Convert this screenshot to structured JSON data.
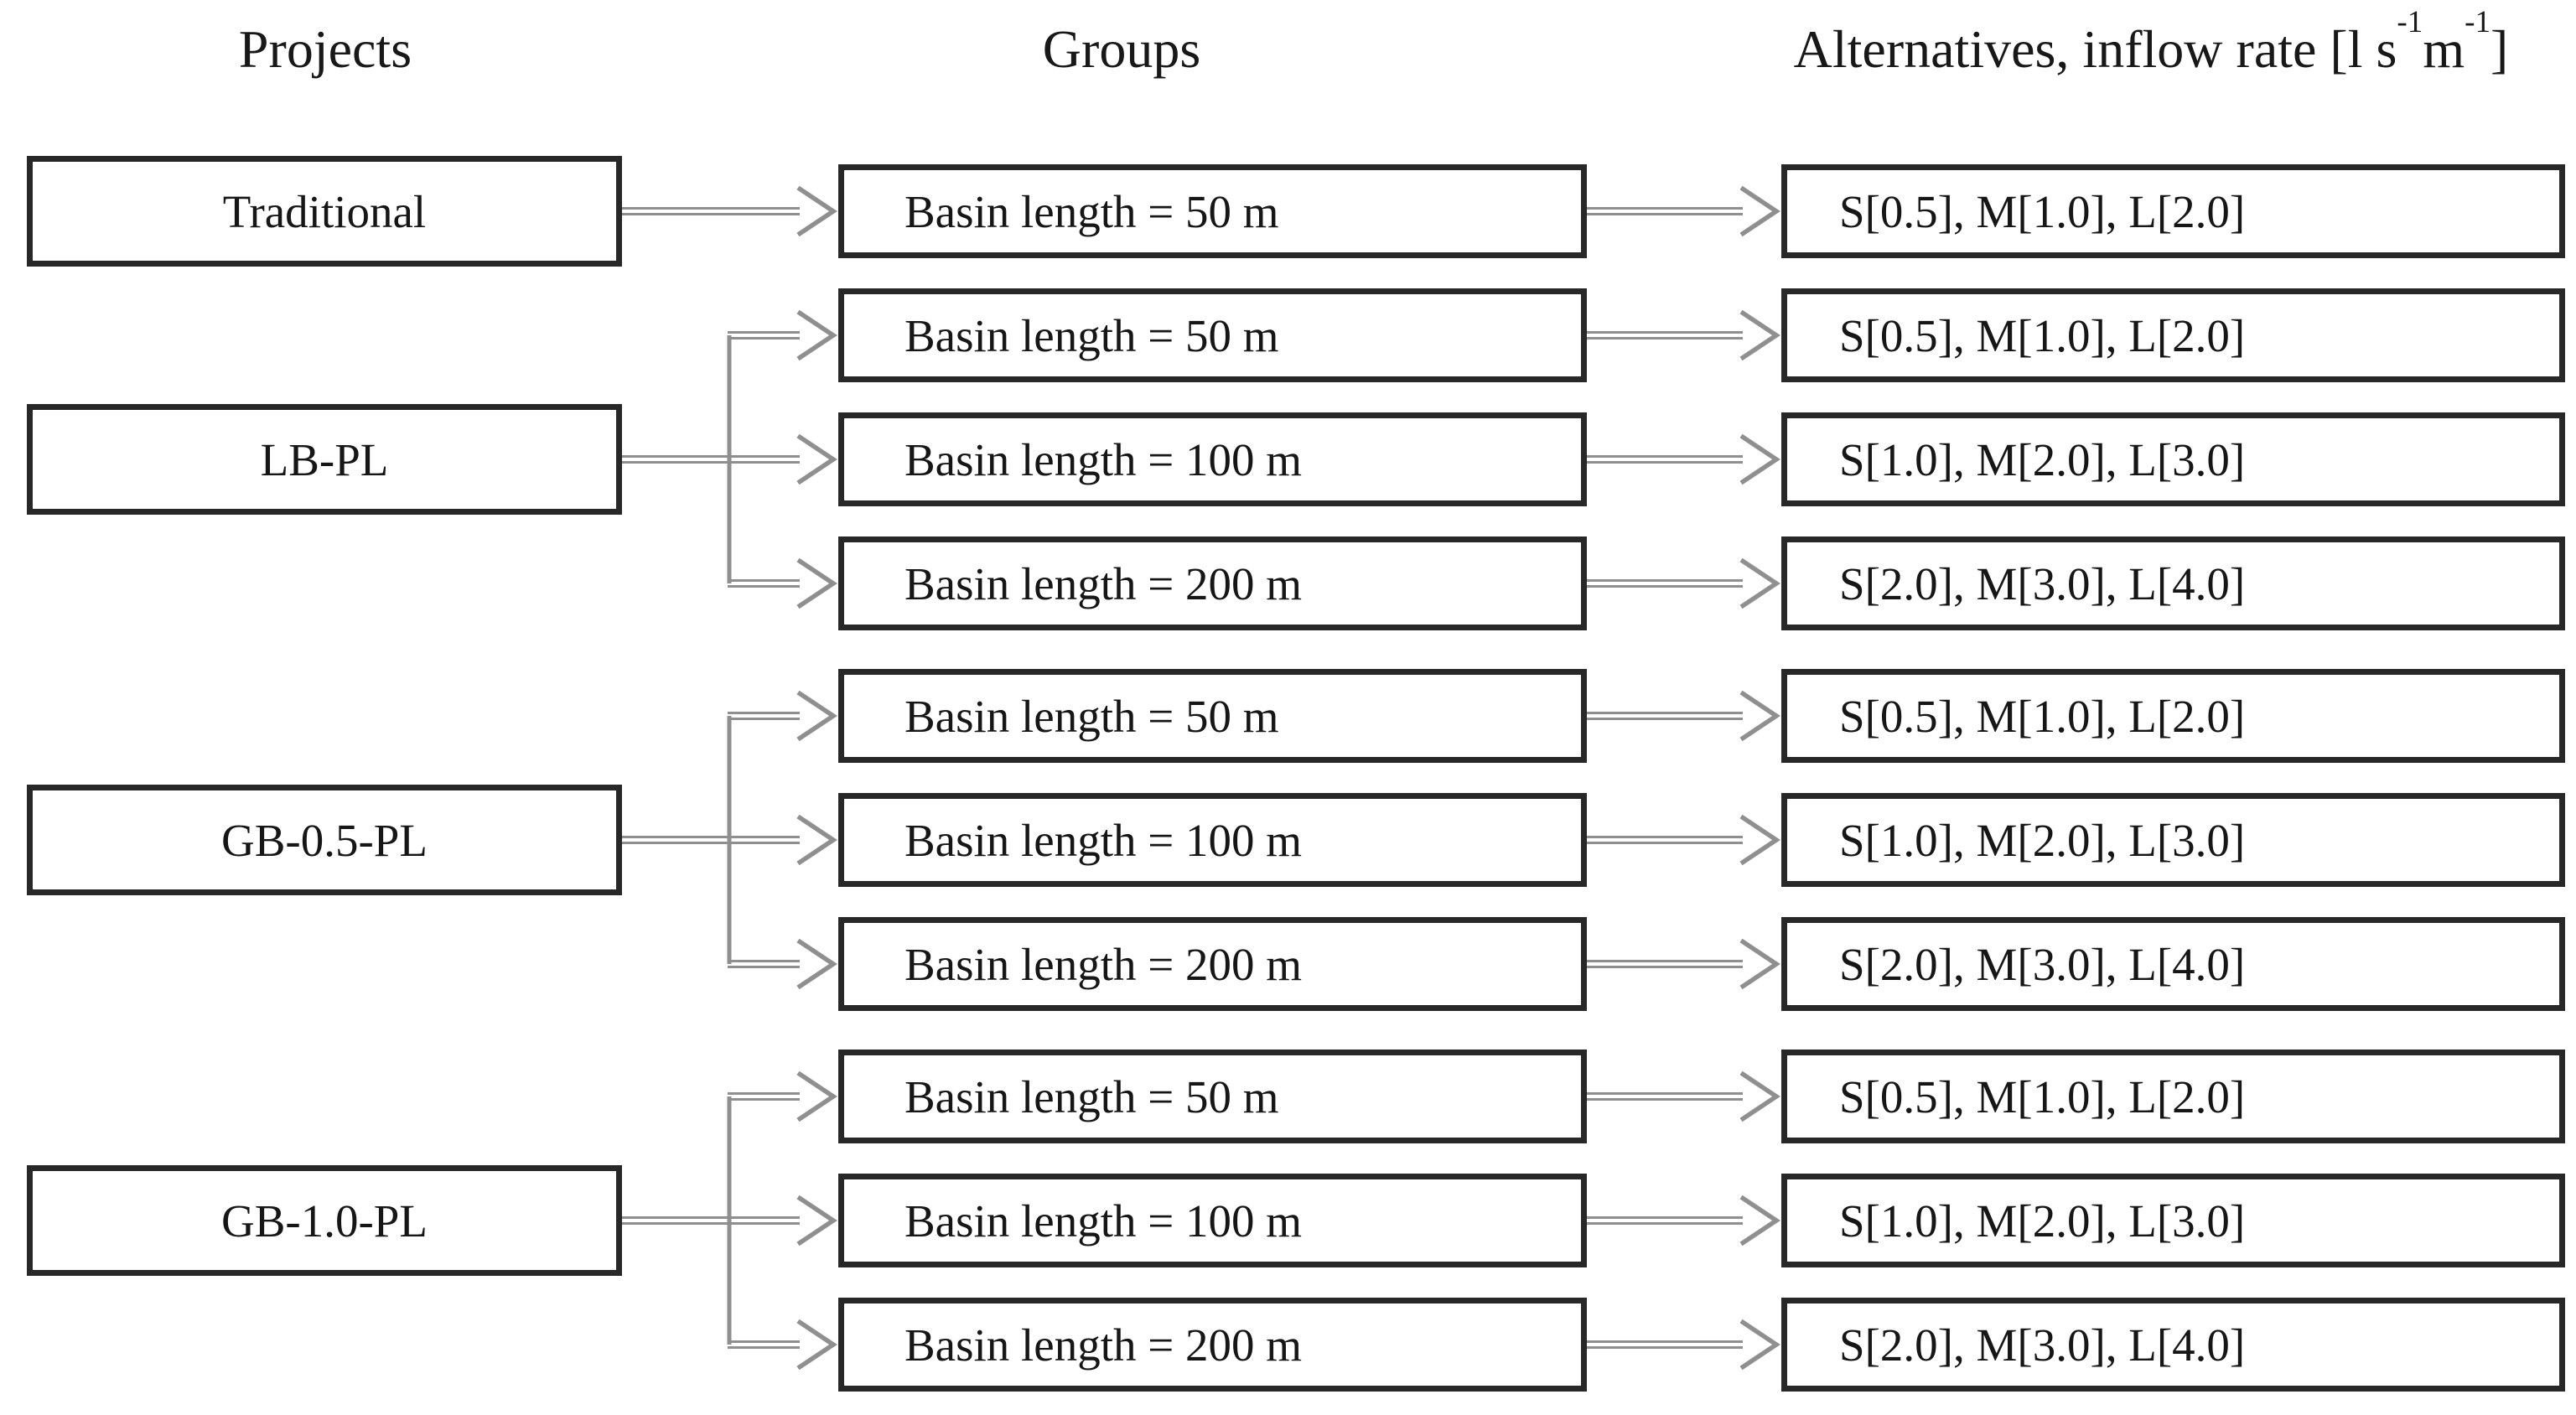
{
  "colors": {
    "box_border": "#282828",
    "box_fill": "#ffffff",
    "text": "#161616",
    "arrow": "#8f8f8f"
  },
  "headers": {
    "projects": "Projects",
    "groups": "Groups",
    "alternatives_prefix": "Alternatives, inflow rate [l s",
    "alternatives_sup1": "-1",
    "alternatives_mid": "m",
    "alternatives_sup2": "-1",
    "alternatives_suffix": "]"
  },
  "tree": {
    "projects": [
      {
        "label": "Traditional",
        "groups": [
          {
            "group": "Basin length = 50 m",
            "alternatives": "S[0.5], M[1.0], L[2.0]"
          }
        ]
      },
      {
        "label": "LB-PL",
        "groups": [
          {
            "group": "Basin length = 50 m",
            "alternatives": "S[0.5], M[1.0], L[2.0]"
          },
          {
            "group": "Basin length = 100 m",
            "alternatives": "S[1.0], M[2.0], L[3.0]"
          },
          {
            "group": "Basin length = 200 m",
            "alternatives": "S[2.0], M[3.0], L[4.0]"
          }
        ]
      },
      {
        "label": "GB-0.5-PL",
        "groups": [
          {
            "group": "Basin length = 50 m",
            "alternatives": "S[0.5], M[1.0], L[2.0]"
          },
          {
            "group": "Basin length = 100 m",
            "alternatives": "S[1.0], M[2.0], L[3.0]"
          },
          {
            "group": "Basin length = 200 m",
            "alternatives": "S[2.0], M[3.0], L[4.0]"
          }
        ]
      },
      {
        "label": "GB-1.0-PL",
        "groups": [
          {
            "group": "Basin length = 50 m",
            "alternatives": "S[0.5], M[1.0], L[2.0]"
          },
          {
            "group": "Basin length = 100 m",
            "alternatives": "S[1.0], M[2.0], L[3.0]"
          },
          {
            "group": "Basin length = 200 m",
            "alternatives": "S[2.0], M[3.0], L[4.0]"
          }
        ]
      }
    ]
  }
}
